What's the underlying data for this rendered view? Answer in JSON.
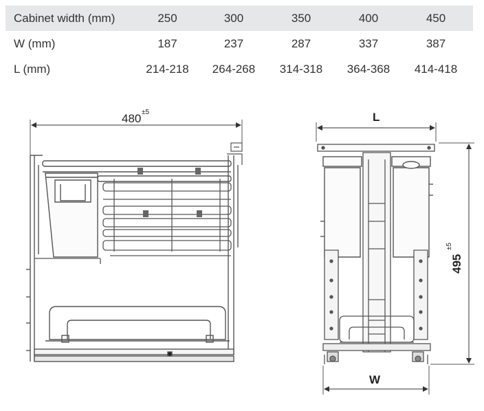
{
  "table": {
    "header": {
      "label": "Cabinet width (mm)",
      "values": [
        "250",
        "300",
        "350",
        "400",
        "450"
      ]
    },
    "rows": [
      {
        "label": "W (mm)",
        "values": [
          "187",
          "237",
          "287",
          "337",
          "387"
        ]
      },
      {
        "label": "L (mm)",
        "values": [
          "214-218",
          "264-268",
          "314-318",
          "364-368",
          "414-418"
        ]
      }
    ]
  },
  "side_view": {
    "width_dim": "480",
    "width_tol": "±5"
  },
  "front_view": {
    "top_dim": "L",
    "height_dim": "495",
    "height_tol": "±5",
    "bottom_dim": "W"
  }
}
